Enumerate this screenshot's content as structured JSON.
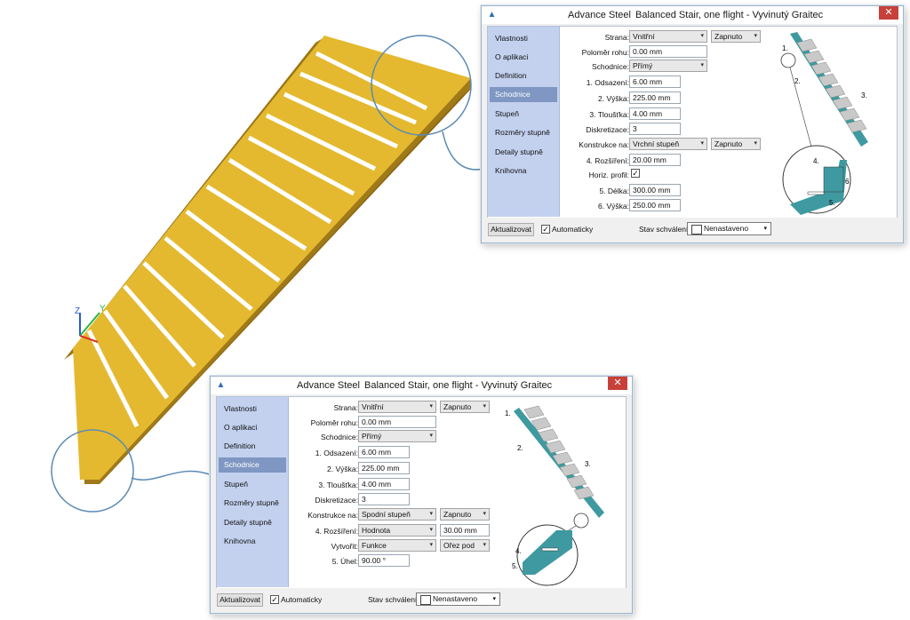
{
  "colors": {
    "stair_tread": "#e4b92f",
    "stair_stringer": "#b58a1c",
    "callout_circle": "#5b8ab5",
    "nav_bg": "#c3d1ef",
    "nav_selected": "#7f97c2",
    "close_red": "#c8403a",
    "preview_teal": "#3e9aa0",
    "preview_gray": "#c9c9c9"
  },
  "axes_labels": {
    "z": "Z",
    "y": "Y"
  },
  "dialog_top": {
    "app": "Advance Steel",
    "title": "Balanced Stair, one flight - Vyvinutý Graitec",
    "close": "✕",
    "nav": [
      "Vlastnosti",
      "O aplikaci",
      "Definition",
      "Schodnice",
      "Stupeň",
      "Rozměry stupně",
      "Detaily stupně",
      "Knihovna"
    ],
    "nav_selected": 3,
    "fields": {
      "strana_label": "Strana:",
      "strana": "Vnitřní",
      "strana2": "Zapnuto",
      "polomer_label": "Poloměr rohu:",
      "polomer": "0.00 mm",
      "schodnice_label": "Schodnice:",
      "schodnice": "Přímý",
      "odsazeni_label": "1. Odsazení:",
      "odsazeni": "6.00 mm",
      "vyska_label": "2. Výška:",
      "vyska": "225.00 mm",
      "tloustka_label": "3. Tloušťka:",
      "tloustka": "4.00 mm",
      "diskretizace_label": "Diskretizace:",
      "diskretizace": "3",
      "konstrukce_label": "Konstrukce na:",
      "konstrukce": "Vrchní stupeň",
      "konstrukce2": "Zapnuto",
      "rozsireni_label": "4. Rozšíření:",
      "rozsireni": "20.00 mm",
      "horiz_label": "Horiz. profil:",
      "horiz_checked": "✓",
      "delka_label": "5. Délka:",
      "delka": "300.00 mm",
      "vyska6_label": "6. Výška:",
      "vyska6": "250.00 mm"
    },
    "preview_marks": [
      "1.",
      "2.",
      "3.",
      "4.",
      "5.",
      "6."
    ],
    "bottom": {
      "update_btn": "Aktualizovat",
      "auto_label": "Automaticky",
      "auto_checked": "✓",
      "status_label": "Stav schválení",
      "status_value": "Nenastaveno"
    }
  },
  "dialog_bottom": {
    "app": "Advance Steel",
    "title": "Balanced Stair, one flight - Vyvinutý Graitec",
    "close": "✕",
    "nav": [
      "Vlastnosti",
      "O aplikaci",
      "Definition",
      "Schodnice",
      "Stupeň",
      "Rozměry stupně",
      "Detaily stupně",
      "Knihovna"
    ],
    "nav_selected": 3,
    "fields": {
      "strana_label": "Strana:",
      "strana": "Vnitřní",
      "strana2": "Zapnuto",
      "polomer_label": "Poloměr rohu:",
      "polomer": "0.00 mm",
      "schodnice_label": "Schodnice:",
      "schodnice": "Přímý",
      "odsazeni_label": "1. Odsazení:",
      "odsazeni": "6.00 mm",
      "vyska_label": "2. Výška:",
      "vyska": "225.00 mm",
      "tloustka_label": "3. Tloušťka:",
      "tloustka": "4.00 mm",
      "diskretizace_label": "Diskretizace:",
      "diskretizace": "3",
      "konstrukce_label": "Konstrukce na:",
      "konstrukce": "Spodní stupeň",
      "konstrukce2": "Zapnuto",
      "rozsireni_label": "4. Rozšíření:",
      "rozsireni": "Hodnota",
      "rozsireni_val": "30.00 mm",
      "vytvorit_label": "Vytvořit:",
      "vytvorit": "Funkce",
      "vytvorit2": "Ořez pod",
      "uhel_label": "5. Úhel:",
      "uhel": "90.00 °"
    },
    "preview_marks": [
      "1.",
      "2.",
      "3.",
      "4.",
      "5."
    ],
    "bottom": {
      "update_btn": "Aktualizovat",
      "auto_label": "Automaticky",
      "auto_checked": "✓",
      "status_label": "Stav schválení",
      "status_value": "Nenastaveno"
    }
  }
}
